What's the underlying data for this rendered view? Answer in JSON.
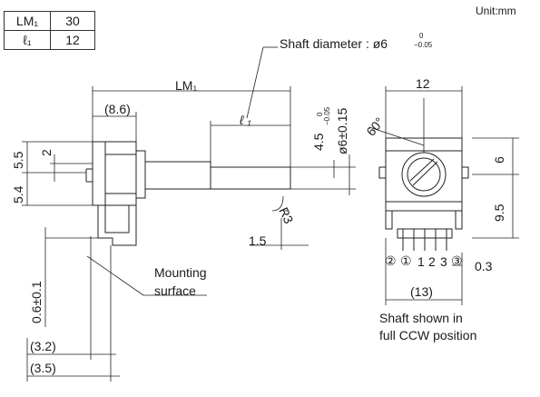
{
  "unit_label": "Unit:mm",
  "table": [
    {
      "key": "LM₁",
      "value": "30"
    },
    {
      "key": "ℓ₁",
      "value": "12"
    }
  ],
  "labels": {
    "shaft_diameter": "Shaft diameter : ø6",
    "shaft_tol_upper": "0",
    "shaft_tol_lower": "−0.05",
    "lm1": "LM₁",
    "l1": "ℓ ₁",
    "dim_8_6": "(8.6)",
    "dim_5_5": "5.5",
    "dim_5_4": "5.4",
    "dim_2": "2",
    "dim_4_5": "4.5",
    "dim_4_5_upper": "0",
    "dim_4_5_lower": "−0.05",
    "dim_phi6": "ø6±0.15",
    "dim_r3": "R3",
    "dim_1_5": "1.5",
    "dim_0_6": "0.6±0.1",
    "dim_3_2": "(3.2)",
    "dim_3_5": "(3.5)",
    "mounting_1": "Mounting",
    "mounting_2": "surface",
    "dim_12": "12",
    "dim_60": "60°",
    "dim_6": "6",
    "dim_9_5": "9.5",
    "dim_0_3": "0.3",
    "dim_13": "(13)",
    "pins": [
      "②",
      "①",
      "1",
      "2",
      "3",
      "③"
    ],
    "note_1": "Shaft shown in",
    "note_2": "full CCW position"
  }
}
